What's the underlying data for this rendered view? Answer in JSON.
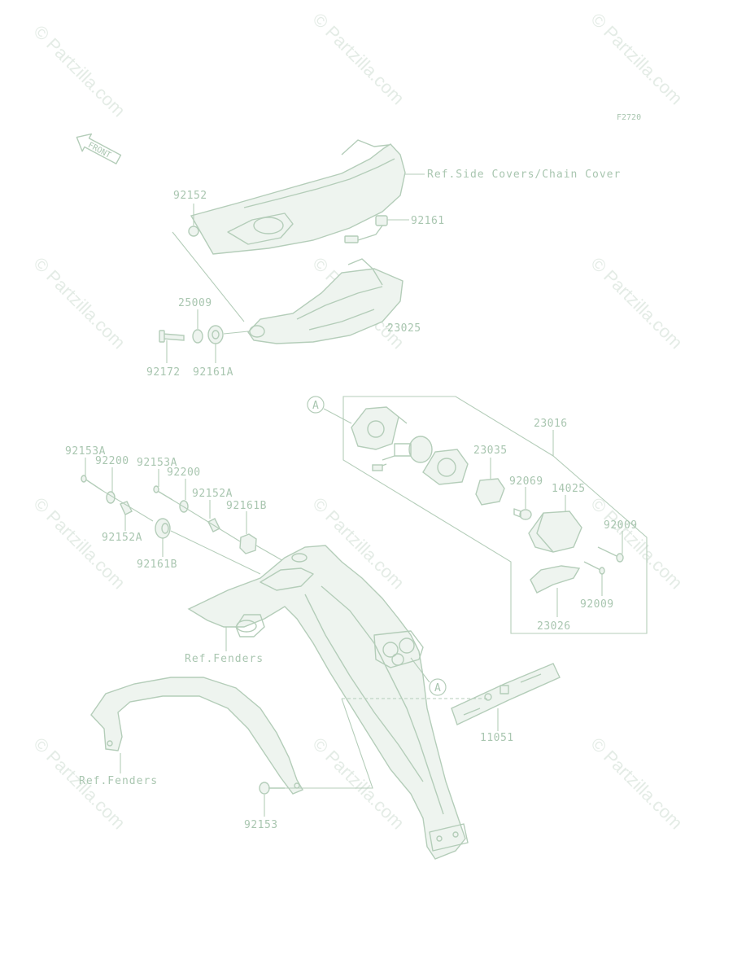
{
  "figure_code": "F2720",
  "front_label": "FRONT",
  "watermark": "© Partzilla.com",
  "ref_labels": {
    "side_covers": "Ref.Side Covers/Chain Cover",
    "fenders_upper": "Ref.Fenders",
    "fenders_lower": "Ref.Fenders"
  },
  "callout_letter": "A",
  "parts": {
    "p92152_top": "92152",
    "p92161_top": "92161",
    "p25009": "25009",
    "p23025": "23025",
    "p92172": "92172",
    "p92161A": "92161A",
    "p23016": "23016",
    "p92153A_left": "92153A",
    "p92200_left": "92200",
    "p92153A_right": "92153A",
    "p92200_right": "92200",
    "p23035": "23035",
    "p92069": "92069",
    "p14025": "14025",
    "p92152A_upper": "92152A",
    "p92161B_upper": "92161B",
    "p92009_upper": "92009",
    "p92152A_lower": "92152A",
    "p92161B_lower": "92161B",
    "p92009_lower": "92009",
    "p23026": "23026",
    "p11051": "11051",
    "p92153_bottom": "92153"
  }
}
